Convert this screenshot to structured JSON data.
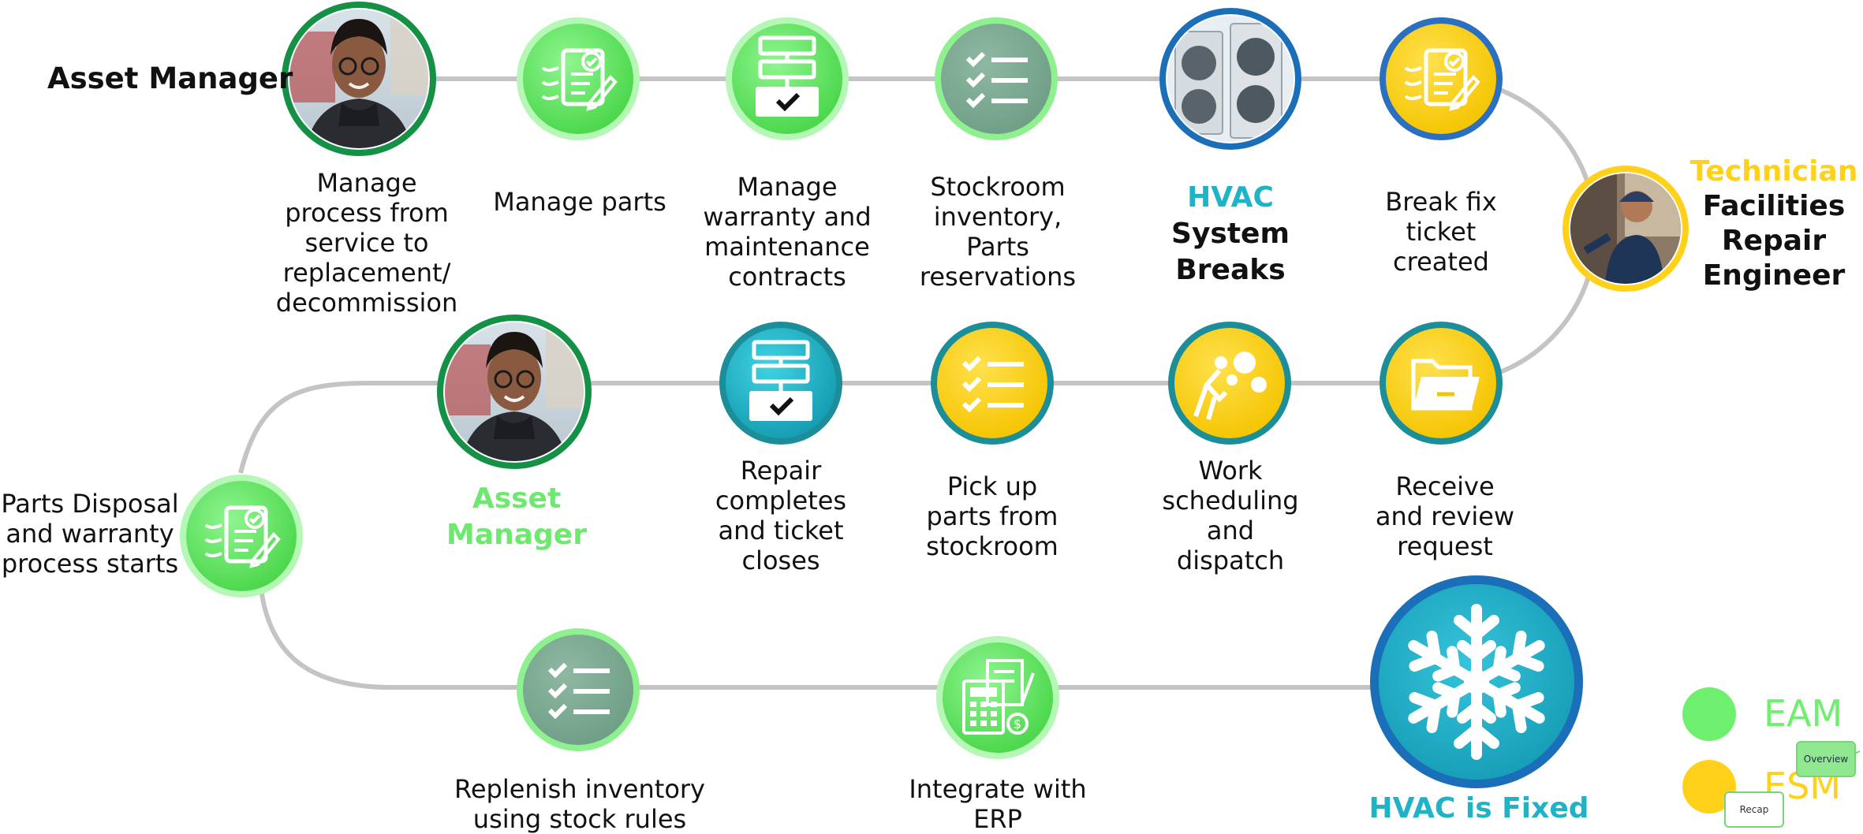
{
  "colors": {
    "eam_green": "#6ee86e",
    "esm_yellow": "#ffd11a",
    "teal": "#1fb3c8",
    "blue": "#1a6fb8",
    "track_gray": "#c4c4c4",
    "white": "#ffffff"
  },
  "roles": {
    "asset_manager_top": "Asset Manager",
    "technician_word": "Technician",
    "technician_rest": "Facilities\nRepair\nEngineer",
    "asset_manager_middle": "Asset\nManager"
  },
  "headlines": {
    "hvac_prefix": "HVAC",
    "system_breaks": "System\nBreaks",
    "hvac_fixed": "HVAC is Fixed"
  },
  "steps": {
    "am_photo_top": "Manage\nprocess from\nservice to\nreplacement/\ndecommission",
    "manage_parts": "Manage parts",
    "manage_contracts": "Manage\nwarranty and\nmaintenance\ncontracts",
    "stockroom": "Stockroom\ninventory,\nParts\nreservations",
    "break_fix": "Break fix\nticket\ncreated",
    "receive_review": "Receive\nand review\nrequest",
    "work_scheduling": "Work\nscheduling\nand\ndispatch",
    "pick_up_parts": "Pick up\nparts from\nstockroom",
    "repair_completes": "Repair\ncompletes\nand ticket\ncloses",
    "parts_disposal": "Parts Disposal\nand warranty\nprocess starts",
    "replenish": "Replenish inventory\nusing stock rules",
    "integrate_erp": "Integrate with\nERP"
  },
  "icons": {
    "contract": "contract-pen-icon",
    "flowchart": "flowchart-check-icon",
    "checklist": "checklist-icon",
    "folder": "open-folder-icon",
    "worker": "cleaning-worker-icon",
    "calculator": "calculator-invoice-icon",
    "snowflake": "snowflake-icon",
    "hvac_units": "hvac-units-photo",
    "person": "person-photo"
  },
  "legend": {
    "eam": "EAM",
    "esm": "ESM"
  },
  "nav": {
    "overview": "Overview",
    "recap": "Recap"
  }
}
